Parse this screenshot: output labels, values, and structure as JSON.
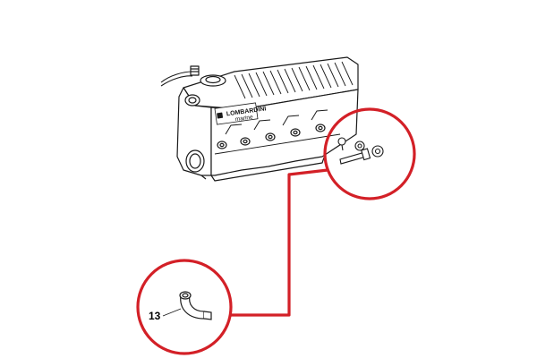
{
  "diagram": {
    "engine_brand_line1": "LOMBARDINI",
    "engine_brand_line2": "marine",
    "callout_number": "13",
    "colors": {
      "highlight": "#d32027",
      "ink": "#1a1a1a"
    }
  }
}
